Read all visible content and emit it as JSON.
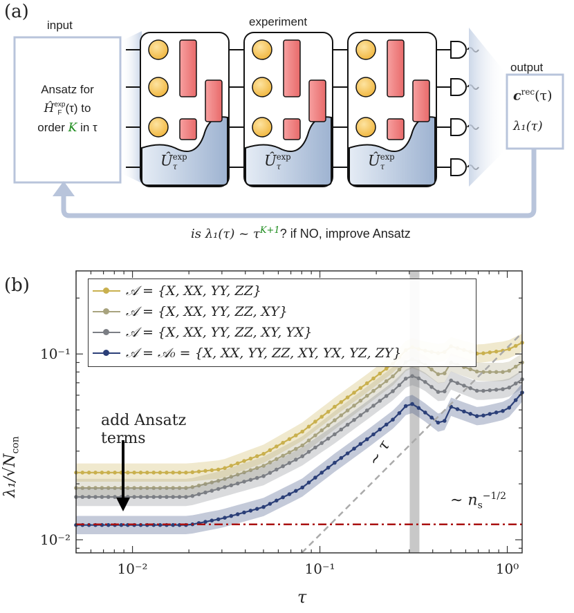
{
  "panel_a": {
    "label": "(a)",
    "input_title": "input",
    "input_lines": [
      "Ansatz for",
      "Ĥ",
      "order ",
      "K",
      " in τ"
    ],
    "input_line2_rest": "(τ) to",
    "input_sup": "exp",
    "input_sub": "F",
    "experiment_title": "experiment",
    "block_label": "Û",
    "block_sup": "exp",
    "block_sub": "τ",
    "output_title": "output",
    "output_c": "c",
    "output_c_sup": "rec",
    "output_c_rest": "(τ)",
    "output_lambda": "λ₁(τ)",
    "feedback_prefix": "is λ₁(τ) ~ τ",
    "feedback_sup": "K+1",
    "feedback_suffix": "? if NO, improve Ansatz",
    "colors": {
      "accent_green": "#1a8a1a",
      "box_blue": "#b7c3dc",
      "block_fill": "#c9d6e8",
      "circle": "#f6c75c",
      "rect": "#f08080"
    }
  },
  "panel_b": {
    "label": "(b)",
    "annotation_add": [
      "add Ansatz",
      "terms"
    ],
    "annotation_tau": "∼ τ",
    "annotation_ns": "∼ n",
    "annotation_ns_sub": "s",
    "annotation_ns_sup": "−1/2",
    "xlabel": "τ",
    "ylabel": "λ₁/√N",
    "ylabel_sub": "con"
  },
  "chart_data": {
    "type": "line",
    "x_scale": "log",
    "y_scale": "log",
    "xlim": [
      0.005,
      1.2
    ],
    "ylim": [
      0.0085,
      0.28
    ],
    "x_ticks": [
      {
        "v": 0.01,
        "label": "10⁻²"
      },
      {
        "v": 0.1,
        "label": "10⁻¹"
      },
      {
        "v": 1,
        "label": "10⁰"
      }
    ],
    "y_ticks": [
      {
        "v": 0.01,
        "label": "10⁻²"
      },
      {
        "v": 0.1,
        "label": "10⁻¹"
      }
    ],
    "xlabel": "τ",
    "ylabel": "λ₁/√Ncon",
    "legend_position": "top-left",
    "series": [
      {
        "name": "𝒜 = {X, XX, YY, ZZ}",
        "color": "#c9b04e",
        "points": [
          [
            0.005,
            0.023
          ],
          [
            0.01,
            0.023
          ],
          [
            0.02,
            0.023
          ],
          [
            0.03,
            0.024
          ],
          [
            0.05,
            0.029
          ],
          [
            0.08,
            0.038
          ],
          [
            0.12,
            0.052
          ],
          [
            0.18,
            0.07
          ],
          [
            0.25,
            0.09
          ],
          [
            0.3,
            0.11
          ],
          [
            0.35,
            0.105
          ],
          [
            0.45,
            0.1
          ],
          [
            0.5,
            0.11
          ],
          [
            0.7,
            0.1
          ],
          [
            1.0,
            0.105
          ],
          [
            1.2,
            0.115
          ]
        ]
      },
      {
        "name": "𝒜 = {X, XX, YY, ZZ, XY}",
        "color": "#a8a37e",
        "points": [
          [
            0.005,
            0.019
          ],
          [
            0.01,
            0.019
          ],
          [
            0.02,
            0.019
          ],
          [
            0.03,
            0.021
          ],
          [
            0.05,
            0.025
          ],
          [
            0.08,
            0.032
          ],
          [
            0.12,
            0.044
          ],
          [
            0.18,
            0.06
          ],
          [
            0.25,
            0.077
          ],
          [
            0.3,
            0.095
          ],
          [
            0.35,
            0.09
          ],
          [
            0.45,
            0.075
          ],
          [
            0.5,
            0.09
          ],
          [
            0.7,
            0.08
          ],
          [
            1.0,
            0.08
          ],
          [
            1.2,
            0.09
          ]
        ]
      },
      {
        "name": "𝒜 = {X, XX, YY, ZZ, XY, YX}",
        "color": "#7b7e84",
        "points": [
          [
            0.005,
            0.017
          ],
          [
            0.01,
            0.017
          ],
          [
            0.02,
            0.017
          ],
          [
            0.03,
            0.019
          ],
          [
            0.05,
            0.022
          ],
          [
            0.08,
            0.028
          ],
          [
            0.12,
            0.037
          ],
          [
            0.18,
            0.05
          ],
          [
            0.25,
            0.064
          ],
          [
            0.3,
            0.077
          ],
          [
            0.35,
            0.073
          ],
          [
            0.45,
            0.06
          ],
          [
            0.5,
            0.072
          ],
          [
            0.7,
            0.063
          ],
          [
            1.0,
            0.065
          ],
          [
            1.2,
            0.073
          ]
        ]
      },
      {
        "name": "𝒜 = 𝒜₀ = {X, XX, YY, ZZ, XY, YX, YZ, ZY}",
        "color": "#2b3f78",
        "points": [
          [
            0.005,
            0.012
          ],
          [
            0.01,
            0.012
          ],
          [
            0.02,
            0.012
          ],
          [
            0.03,
            0.013
          ],
          [
            0.05,
            0.015
          ],
          [
            0.08,
            0.019
          ],
          [
            0.12,
            0.026
          ],
          [
            0.18,
            0.035
          ],
          [
            0.25,
            0.045
          ],
          [
            0.3,
            0.055
          ],
          [
            0.35,
            0.05
          ],
          [
            0.45,
            0.041
          ],
          [
            0.5,
            0.052
          ],
          [
            0.7,
            0.046
          ],
          [
            1.0,
            0.05
          ],
          [
            1.2,
            0.062
          ]
        ]
      }
    ],
    "reference_lines": [
      {
        "name": "∼ τ",
        "style": "dashed",
        "color": "#aaaaaa",
        "points": [
          [
            0.08,
            0.0085
          ],
          [
            1.2,
            0.13
          ]
        ]
      },
      {
        "name": "∼ ns^-1/2",
        "style": "dash-dot",
        "color": "#aa1111",
        "y": 0.0121
      }
    ],
    "highlight_x": 0.32
  }
}
